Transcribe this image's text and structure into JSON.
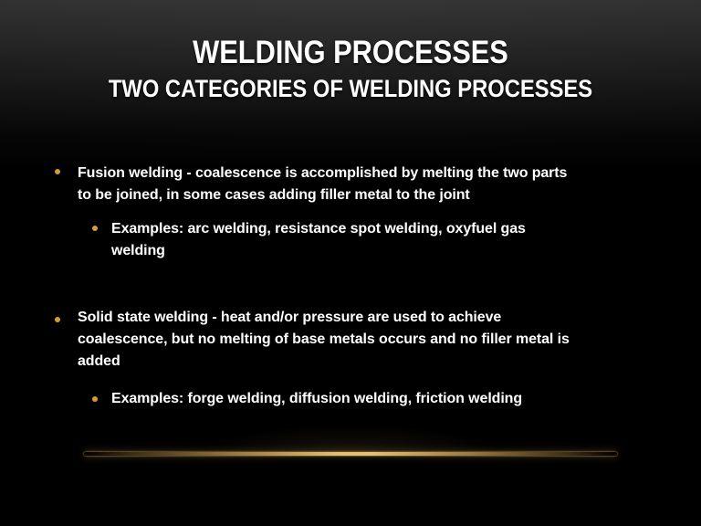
{
  "slide": {
    "title": "WELDING PROCESSES",
    "subtitle": "TWO CATEGORIES OF WELDING PROCESSES",
    "bullets": [
      {
        "level": 1,
        "lines": [
          "Fusion welding - coalescence is accomplished by melting the two parts",
          "to be joined, in some cases adding filler metal to the joint"
        ]
      },
      {
        "level": 2,
        "lines": [
          "Examples: arc welding, resistance spot welding, oxyfuel gas",
          "welding"
        ]
      },
      {
        "level": 1,
        "lines": [
          "Solid state welding - heat and/or pressure are used to achieve",
          "coalescence, but no melting of base metals occurs and no filler metal is",
          "added"
        ]
      },
      {
        "level": 2,
        "lines": [
          "Examples: forge welding, diffusion welding, friction welding"
        ]
      }
    ],
    "colors": {
      "background_top": "#2d2d2d",
      "background_bottom": "#000000",
      "text": "#ffffff",
      "bullet_accent": "#d89a35",
      "divider_gold": "#e8be73"
    }
  }
}
